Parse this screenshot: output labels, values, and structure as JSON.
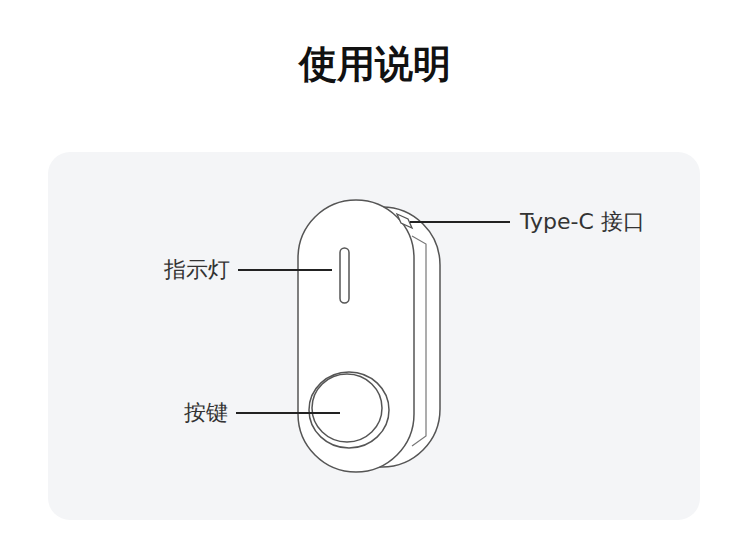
{
  "diagram": {
    "title": "使用说明",
    "labels": [
      "Type-C 接口",
      "指示灯",
      "按键"
    ]
  }
}
